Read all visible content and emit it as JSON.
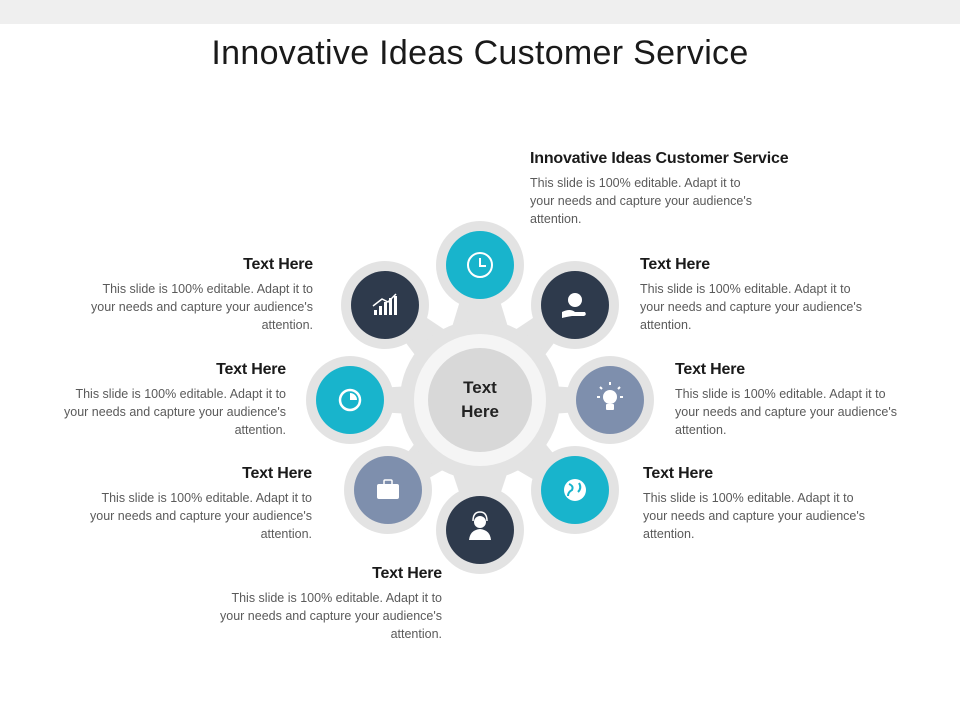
{
  "title": "Innovative Ideas Customer Service",
  "center_label": {
    "line1": "Text",
    "line2": "Here"
  },
  "colors": {
    "teal": "#18b4cc",
    "navy": "#2e3a4c",
    "slate": "#7e8fad",
    "ring": "#e3e3e3",
    "hub": "#d8d8d8"
  },
  "items": [
    {
      "heading": "Innovative Ideas Customer Service",
      "body": "This slide is 100% editable. Adapt it to your needs and capture your audience's attention.",
      "icon": "clock-icon",
      "color": "teal"
    },
    {
      "heading": "Text Here",
      "body": "This slide is 100% editable. Adapt it to your needs and capture your audience's attention.",
      "icon": "globe-in-hand-icon",
      "color": "navy"
    },
    {
      "heading": "Text Here",
      "body": "This slide is 100% editable. Adapt it to your needs and capture your audience's attention.",
      "icon": "lightbulb-icon",
      "color": "slate"
    },
    {
      "heading": "Text Here",
      "body": "This slide is 100% editable. Adapt it to your needs and capture your audience's attention.",
      "icon": "globe-icon",
      "color": "teal"
    },
    {
      "heading": "Text Here",
      "body": "This slide is 100% editable. Adapt it to your needs and capture your audience's attention.",
      "icon": "support-agent-icon",
      "color": "navy"
    },
    {
      "heading": "Text Here",
      "body": "This slide is 100% editable. Adapt it to your needs and capture your audience's attention.",
      "icon": "briefcase-icon",
      "color": "slate"
    },
    {
      "heading": "Text Here",
      "body": "This slide is 100% editable. Adapt it to your needs and capture your audience's attention.",
      "icon": "pie-chart-icon",
      "color": "teal"
    },
    {
      "heading": "Text Here",
      "body": "This slide is 100% editable. Adapt it to your needs and capture your audience's attention.",
      "icon": "growth-chart-icon",
      "color": "navy"
    }
  ]
}
